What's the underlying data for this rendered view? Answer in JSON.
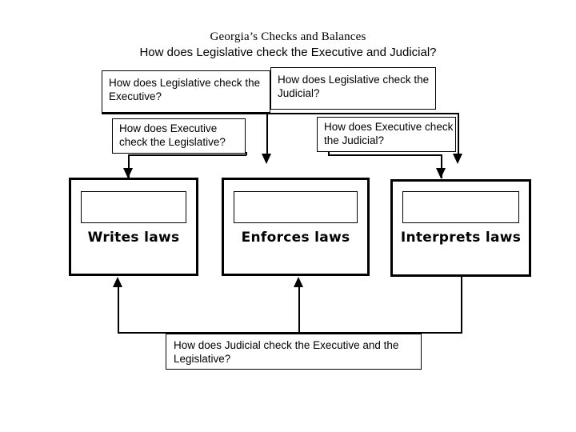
{
  "page": {
    "title_line1": "Georgia’s Checks and Balances",
    "title_line2": "How does Legislative check the Executive and Judicial?",
    "background_color": "#ffffff",
    "line_color": "#000000"
  },
  "questions": {
    "legislative_checks_executive": "How does Legislative check the Executive?",
    "legislative_checks_judicial": "How does Legislative check the Judicial?",
    "executive_checks_legislative": "How does Executive check the Legislative?",
    "executive_checks_judicial": "How does Executive check the Judicial?",
    "judicial_checks_both": "How does Judicial check the Executive and the Legislative?"
  },
  "branches": [
    {
      "id": "legislative",
      "label": "Writes laws",
      "answer": ""
    },
    {
      "id": "executive",
      "label": "Enforces laws",
      "answer": ""
    },
    {
      "id": "judicial",
      "label": "Interprets laws",
      "answer": ""
    }
  ]
}
